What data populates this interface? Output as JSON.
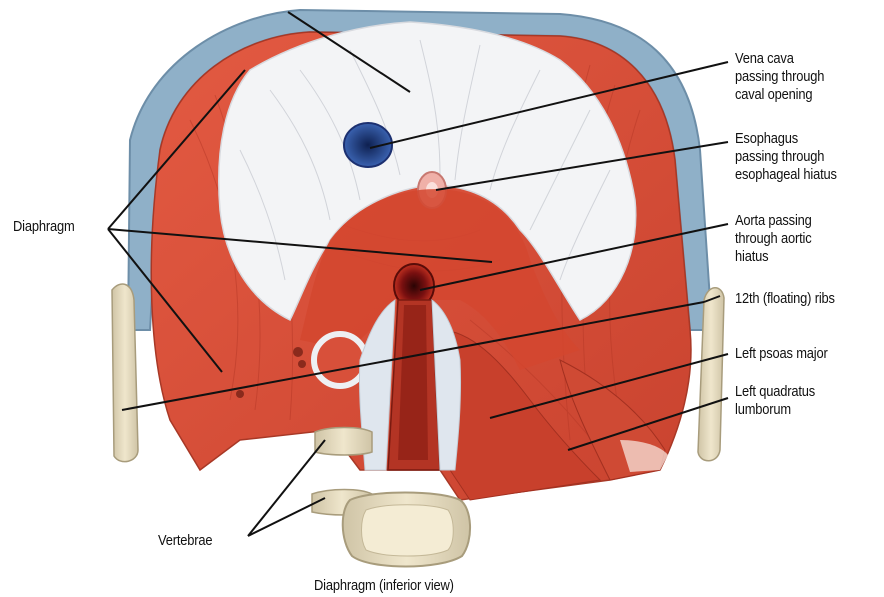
{
  "labels": {
    "vena_cava": "Vena cava\npassing through\ncaval opening",
    "esophagus": "Esophagus\npassing through\nesophageal hiatus",
    "aorta": "Aorta passing\nthrough aortic\nhiatus",
    "ribs": "12th (floating) ribs",
    "psoas": "Left psoas major",
    "quadratus": "Left quadratus\nlumborum",
    "diaphragm": "Diaphragm",
    "vertebrae": "Vertebrae"
  },
  "caption": "Diaphragm (inferior view)",
  "colors": {
    "muscle": "#d9503a",
    "muscle_dark": "#b63a28",
    "tendon": "#f3f4f6",
    "cartilage": "#8fb0c8",
    "bone": "#e6dcc0",
    "vena_cava": "#2f4f9a",
    "esophagus": "#f0b0a8",
    "aorta": "#8a1410",
    "line": "#111111"
  },
  "icons": [
    "diaphragm-illustration"
  ]
}
